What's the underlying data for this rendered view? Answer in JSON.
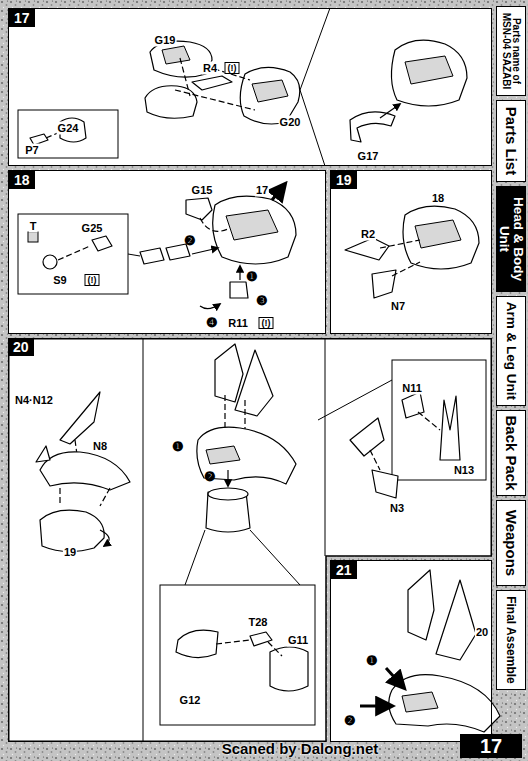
{
  "diagram": {
    "nodes": [
      {
        "text": [
          "17"
        ]
      },
      {
        "text": [
          "18"
        ]
      },
      {
        "text": [
          "19"
        ]
      },
      {
        "text": [
          "20"
        ]
      },
      {
        "text": [
          "21"
        ]
      },
      {
        "text": [
          "Parts name of MSN-04 SAZABI"
        ]
      },
      {
        "text": [
          "Parts List"
        ]
      },
      {
        "text": [
          "Head & Body Unit"
        ]
      },
      {
        "text": [
          "Arm & Leg Unit"
        ]
      },
      {
        "text": [
          "Back Pack"
        ]
      },
      {
        "text": [
          "Weapons"
        ]
      },
      {
        "text": [
          "Final Assemble"
        ]
      },
      {
        "text": [
          "17"
        ]
      }
    ],
    "labels": [
      "G19",
      "R4",
      "(!)",
      "G20",
      "G24",
      "P7",
      "G17",
      "G15",
      "17",
      "T",
      "G25",
      "S9",
      "(!)",
      "❶",
      "❷",
      "❸",
      "❹",
      "R11",
      "(!)",
      "R2",
      "18",
      "N7",
      "N4·N12",
      "N8",
      "19",
      "❶",
      "❷",
      "T28",
      "G11",
      "G12",
      "N11",
      "N13",
      "N3",
      "20",
      "❶",
      "❷",
      "Scaned by Dalong.net"
    ]
  }
}
